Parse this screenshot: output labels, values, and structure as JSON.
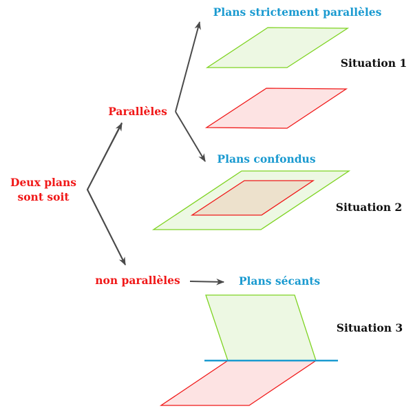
{
  "root": {
    "line1": "Deux plans",
    "line2": "sont soit"
  },
  "branches": {
    "parallel": "Parallèles",
    "non_parallel": "non parallèles"
  },
  "cases": {
    "strict": "Plans strictement parallèles",
    "coincident": "Plans confondus",
    "secant": "Plans sécants"
  },
  "situations": [
    "Situation 1",
    "Situation 2",
    "Situation 3"
  ],
  "colors": {
    "green_stroke": "#7ed321",
    "green_fill": "#edf8e3",
    "red_stroke": "#f01818",
    "red_fill": "#fde3e3",
    "overlap_fill": "#ede1cc",
    "blue": "#1a9ad0",
    "arrow": "#4a4a4a"
  }
}
